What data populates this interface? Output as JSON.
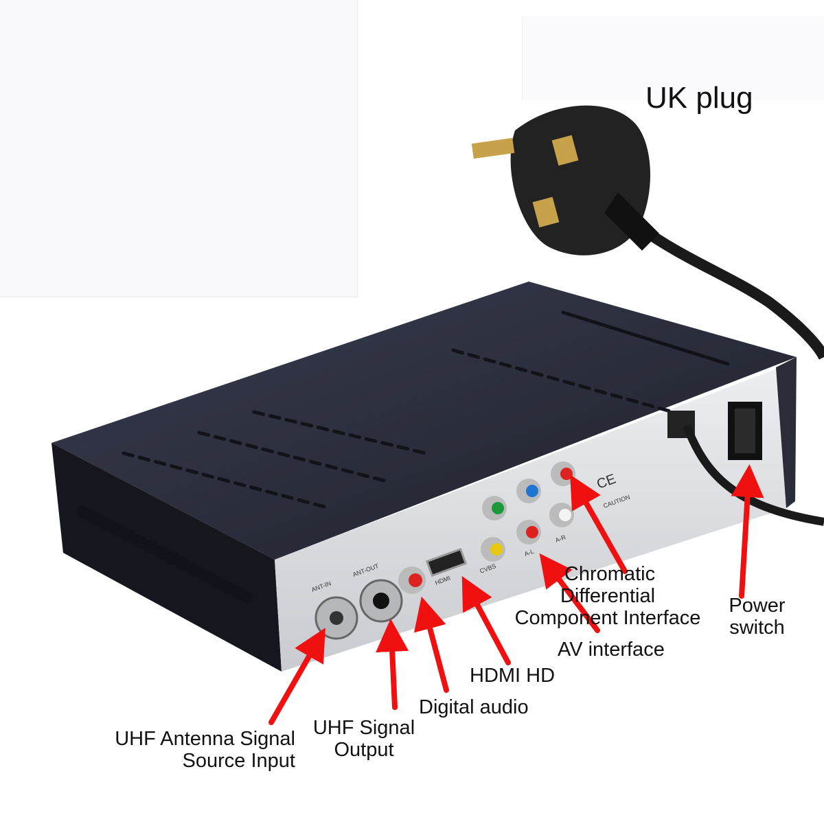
{
  "title_label": "UK plug",
  "callouts": {
    "uhf_input": [
      "UHF Antenna Signal",
      "Source Input"
    ],
    "uhf_output": [
      "UHF Signal",
      "Output"
    ],
    "digital_audio": "Digital audio",
    "hdmi": "HDMI HD",
    "av": "AV interface",
    "component": [
      "Chromatic",
      "Differential",
      "Component Interface"
    ],
    "power": [
      "Power",
      "switch"
    ]
  },
  "panel_markings": {
    "ant_in": "ANT-IN",
    "ant_out": "ANT-OUT",
    "hdmi": "HDMI",
    "cvbs": "CVBS",
    "al": "A-L",
    "ar": "A-R",
    "caution": "CAUTION",
    "ce": "CE"
  },
  "colors": {
    "arrow": "#f01010",
    "case": "#2b2d3b",
    "panel": "#d9dade"
  }
}
